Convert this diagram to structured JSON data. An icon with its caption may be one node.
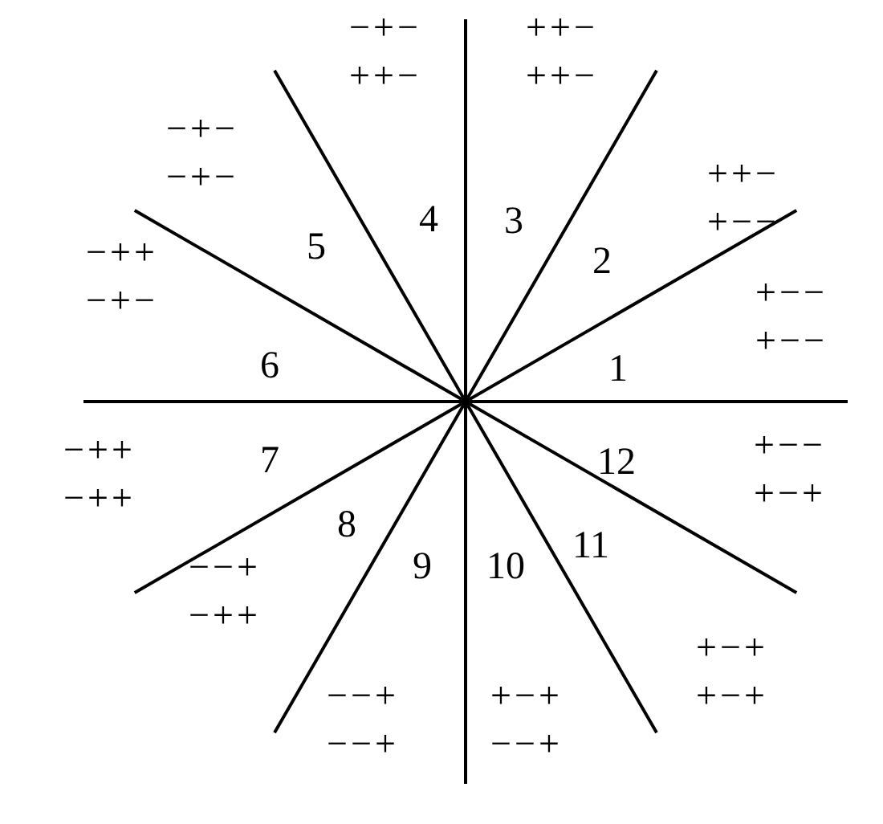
{
  "diagram": {
    "labels": [
      "1",
      "+−−",
      "+−−",
      "2",
      "++−",
      "+−−",
      "3",
      "++−",
      "++−",
      "4",
      "−+−",
      "++−",
      "5",
      "−+−",
      "−+−",
      "6",
      "−++",
      "−+−",
      "7",
      "−++",
      "−++",
      "8",
      "−−+",
      "−++",
      "9",
      "−−+",
      "−−+",
      "10",
      "+−+",
      "−−+",
      "11",
      "+−+",
      "+−+",
      "12",
      "+−−",
      "+−+"
    ]
  }
}
